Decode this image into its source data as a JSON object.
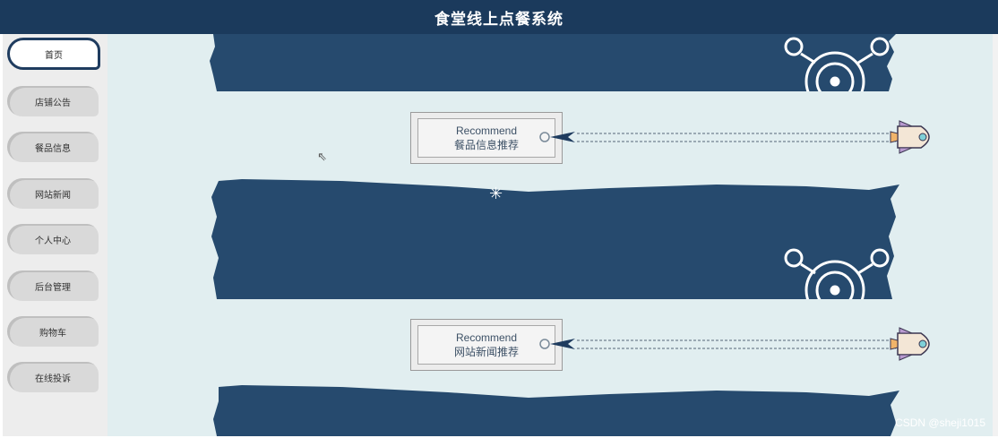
{
  "header": {
    "title": "食堂线上点餐系统"
  },
  "sidebar": {
    "items": [
      {
        "label": "首页",
        "active": true
      },
      {
        "label": "店铺公告"
      },
      {
        "label": "餐品信息"
      },
      {
        "label": "网站新闻"
      },
      {
        "label": "个人中心"
      },
      {
        "label": "后台管理"
      },
      {
        "label": "购物车"
      },
      {
        "label": "在线投诉"
      }
    ]
  },
  "sections": [
    {
      "title_en": "Recommend",
      "title_zh": "餐品信息推荐"
    },
    {
      "title_en": "Recommend",
      "title_zh": "网站新闻推荐"
    }
  ],
  "loading_icon": "spinner-icon",
  "watermark": "CSDN @sheji1015",
  "colors": {
    "header": "#1b3a5c",
    "banner": "#264a6e",
    "background": "#e1eef0"
  }
}
